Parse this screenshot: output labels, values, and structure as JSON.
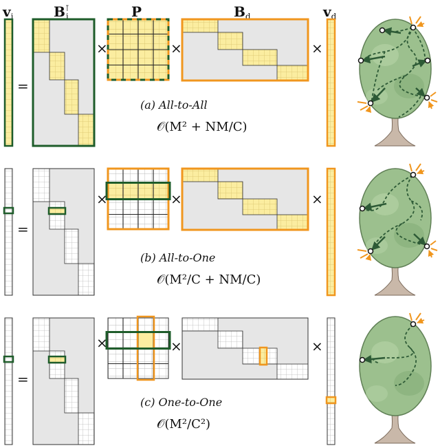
{
  "headers": {
    "v_i": "v",
    "v_i_sub": "i",
    "B_i": "B",
    "B_i_sub": "i",
    "B_i_sup": "⊺",
    "P": "P",
    "B_d": "B",
    "B_d_sub": "d",
    "v_d": "v",
    "v_d_sub": "d"
  },
  "operators": {
    "equals": "=",
    "times": "×"
  },
  "panels": [
    {
      "caption": "(a) All-to-All",
      "complexity": "𝒪(M² + NM/C)"
    },
    {
      "caption": "(b) All-to-One",
      "complexity": "𝒪(M²/C + NM/C)"
    },
    {
      "caption": "(c) One-to-One",
      "complexity": "𝒪(M²/C²)"
    }
  ],
  "colors": {
    "green": "#1e5c2a",
    "orange": "#f0961e",
    "yellow": "#fbeda0",
    "gray": "#e6e6e6",
    "grid": "#b9b9b9",
    "foliage": "#9cc08e",
    "trunk": "#c9b8a9",
    "path": "#2d5a36"
  },
  "icons": [
    "tree-icon",
    "arrow-icon",
    "node-icon"
  ]
}
